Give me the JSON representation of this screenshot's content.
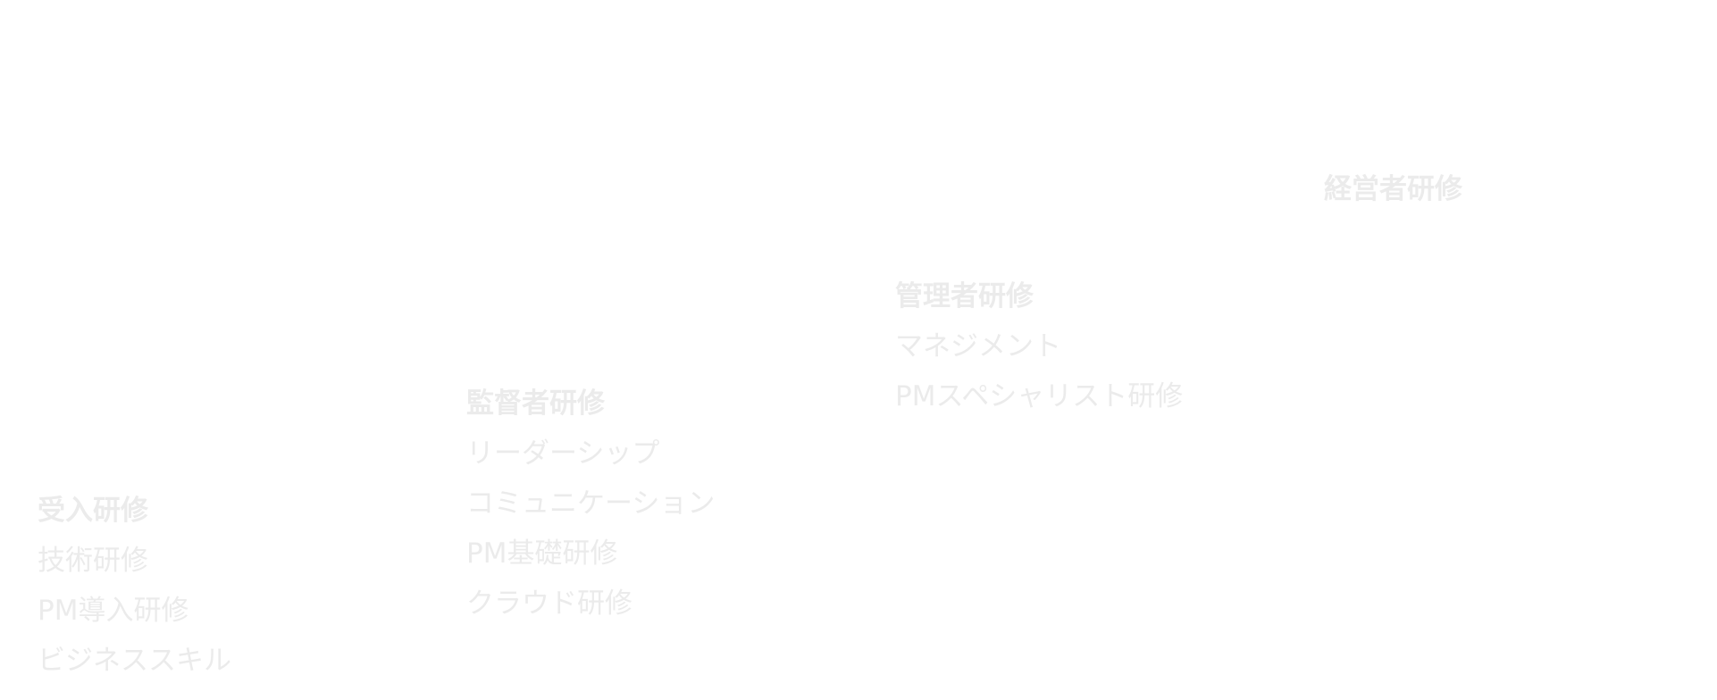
{
  "diagram": {
    "type": "training-ladder",
    "text_color": "#ebebeb",
    "background_color": "#ffffff",
    "levels": [
      {
        "heading": "受入研修",
        "items": [
          "技術研修",
          "PM導入研修",
          "ビジネススキル"
        ]
      },
      {
        "heading": "監督者研修",
        "items": [
          "リーダーシップ",
          "コミュニケーション",
          "PM基礎研修",
          "クラウド研修"
        ]
      },
      {
        "heading": "管理者研修",
        "items": [
          "マネジメント",
          "PMスペシャリスト研修"
        ]
      },
      {
        "heading": "経営者研修",
        "items": []
      }
    ]
  }
}
